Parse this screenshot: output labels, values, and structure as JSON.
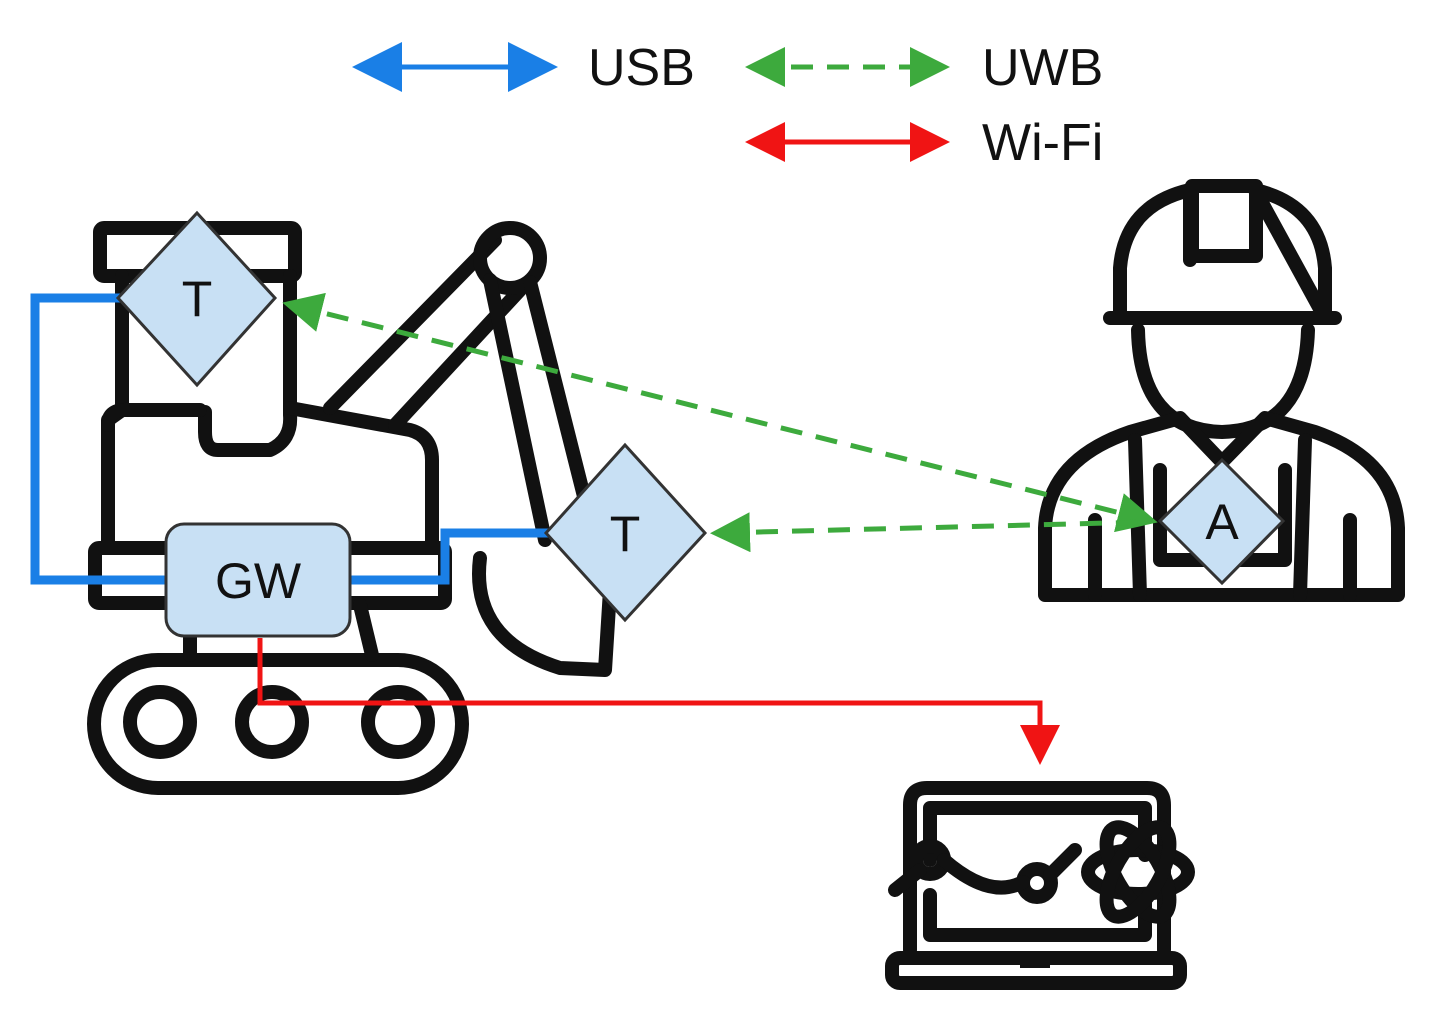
{
  "legend": {
    "usb_label": "USB",
    "uwb_label": "UWB",
    "wifi_label": "Wi-Fi"
  },
  "nodes": {
    "tag_cab_label": "T",
    "tag_bucket_label": "T",
    "anchor_label": "A",
    "gateway_label": "GW"
  },
  "colors": {
    "usb": "#1a7fe6",
    "uwb": "#3daa3d",
    "wifi": "#f01414",
    "node_fill": "#c8e0f4",
    "outline": "#111111"
  },
  "icons": {
    "excavator": "excavator-icon",
    "worker": "construction-worker-icon",
    "laptop": "laptop-analytics-icon"
  }
}
